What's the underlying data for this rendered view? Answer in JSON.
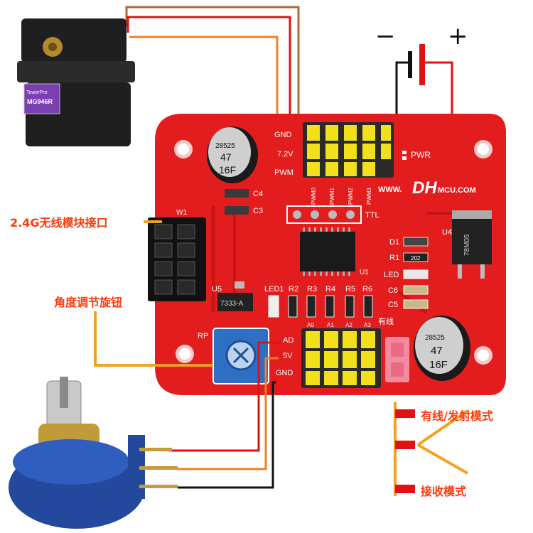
{
  "polarity": {
    "minus": "−",
    "plus": "+"
  },
  "board": {
    "header_top": {
      "gnd": "GND",
      "v72": "7.2V",
      "pwm": "PWM"
    },
    "pwm_cols": [
      "PWM0",
      "PWM1",
      "PWM2",
      "PWM3"
    ],
    "pwr": "PWR",
    "brand_www": "WWW.",
    "brand_dh": "DH",
    "brand_mcu": "MCU.COM",
    "ttl": "TTL",
    "w1": "W1",
    "c4": "C4",
    "c3": "C3",
    "u1": "U1",
    "u4": "U4",
    "u5": "U5",
    "reg_u4": "78M05",
    "reg_u5": "7333-A",
    "right_parts": [
      "D1",
      "R1",
      "LED",
      "C6",
      "C5"
    ],
    "r1_code": "202",
    "resistor_row": [
      "LED1",
      "R2",
      "R3",
      "R4",
      "R5",
      "R6"
    ],
    "adc_cols": [
      "A0",
      "A1",
      "A2",
      "A3"
    ],
    "mode_label": "有线",
    "bottom_header": {
      "ad": "AD",
      "v5": "5V",
      "gnd": "GND"
    },
    "rp": "RP",
    "cap_code": "28525",
    "cap_value": "47",
    "cap_volt": "16F"
  },
  "servo": {
    "brand": "TowerPro",
    "model": "MG946R"
  },
  "callouts": {
    "wireless": "2.4G无线模块接口",
    "knob": "角度调节旋钮",
    "mode_wired": "有线/发射模式",
    "mode_receive": "接收模式"
  },
  "colors": {
    "board": "#e31d1d",
    "callout_text": "#ff3a0a",
    "callout_line": "#f4a020",
    "header_yellow": "#f2e01a",
    "wire_brown": "#b0683a",
    "wire_red": "#e21010",
    "wire_orange": "#f08020",
    "wire_black": "#111111"
  }
}
